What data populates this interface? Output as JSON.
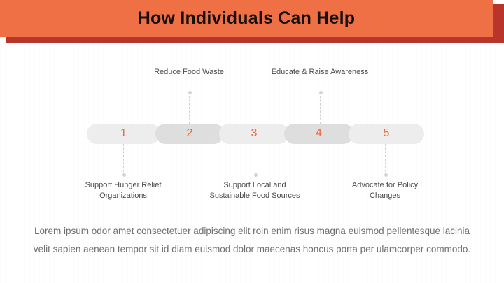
{
  "header": {
    "title": "How Individuals Can Help",
    "bar_color": "#EF7044",
    "shadow_color": "#B9342A",
    "title_color": "#15110F"
  },
  "timeline": {
    "number_color": "#ED6A3C",
    "pill_light_color": "#EDEDED",
    "pill_dark_color": "#DEDEDE",
    "connector_color": "#CFCFCF",
    "steps": [
      {
        "number": "1",
        "caption": "Support Hunger Relief\nOrganizations",
        "caption_position": "bottom",
        "pill_shade": "light"
      },
      {
        "number": "2",
        "caption": "Reduce Food Waste",
        "caption_position": "top",
        "pill_shade": "dark"
      },
      {
        "number": "3",
        "caption": "Support Local and\nSustainable Food Sources",
        "caption_position": "bottom",
        "pill_shade": "light"
      },
      {
        "number": "4",
        "caption": "Educate & Raise Awareness",
        "caption_position": "top",
        "pill_shade": "dark"
      },
      {
        "number": "5",
        "caption": "Advocate for Policy\nChanges",
        "caption_position": "bottom",
        "pill_shade": "light"
      }
    ]
  },
  "body": {
    "paragraph": "Lorem ipsum odor amet consectetuer adipiscing elit roin enim risus magna euismod pellentesque lacinia velit sapien aenean tempor sit id diam euismod dolor maecenas honcus porta per ulamcorper commodo.",
    "text_color": "#6F6F6F"
  }
}
